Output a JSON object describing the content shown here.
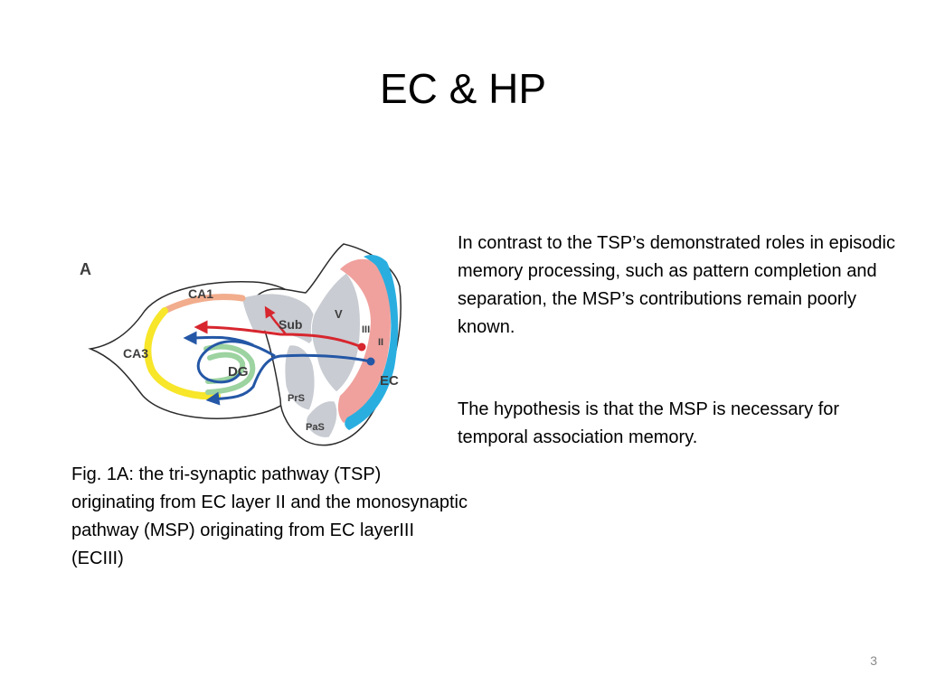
{
  "slide": {
    "title": "EC & HP",
    "page_number": "3"
  },
  "figure": {
    "panel_label": "A",
    "labels": {
      "ca1": "CA1",
      "ca3": "CA3",
      "dg": "DG",
      "sub": "Sub",
      "v": "V",
      "iii": "III",
      "ii": "II",
      "ec": "EC",
      "prs": "PrS",
      "pas": "PaS"
    }
  },
  "caption": "Fig. 1A: the tri-synaptic pathway (TSP) originating from EC layer II and the monosynaptic pathway (MSP) originating from EC layerIII (ECIII)",
  "paragraphs": {
    "p1": "In contrast to the TSP’s demonstrated roles in episodic memory processing, such as pattern completion and separation, the MSP’s contributions remain poorly known.",
    "p2": "The hypothesis is that the MSP is necessary for temporal association memory."
  }
}
